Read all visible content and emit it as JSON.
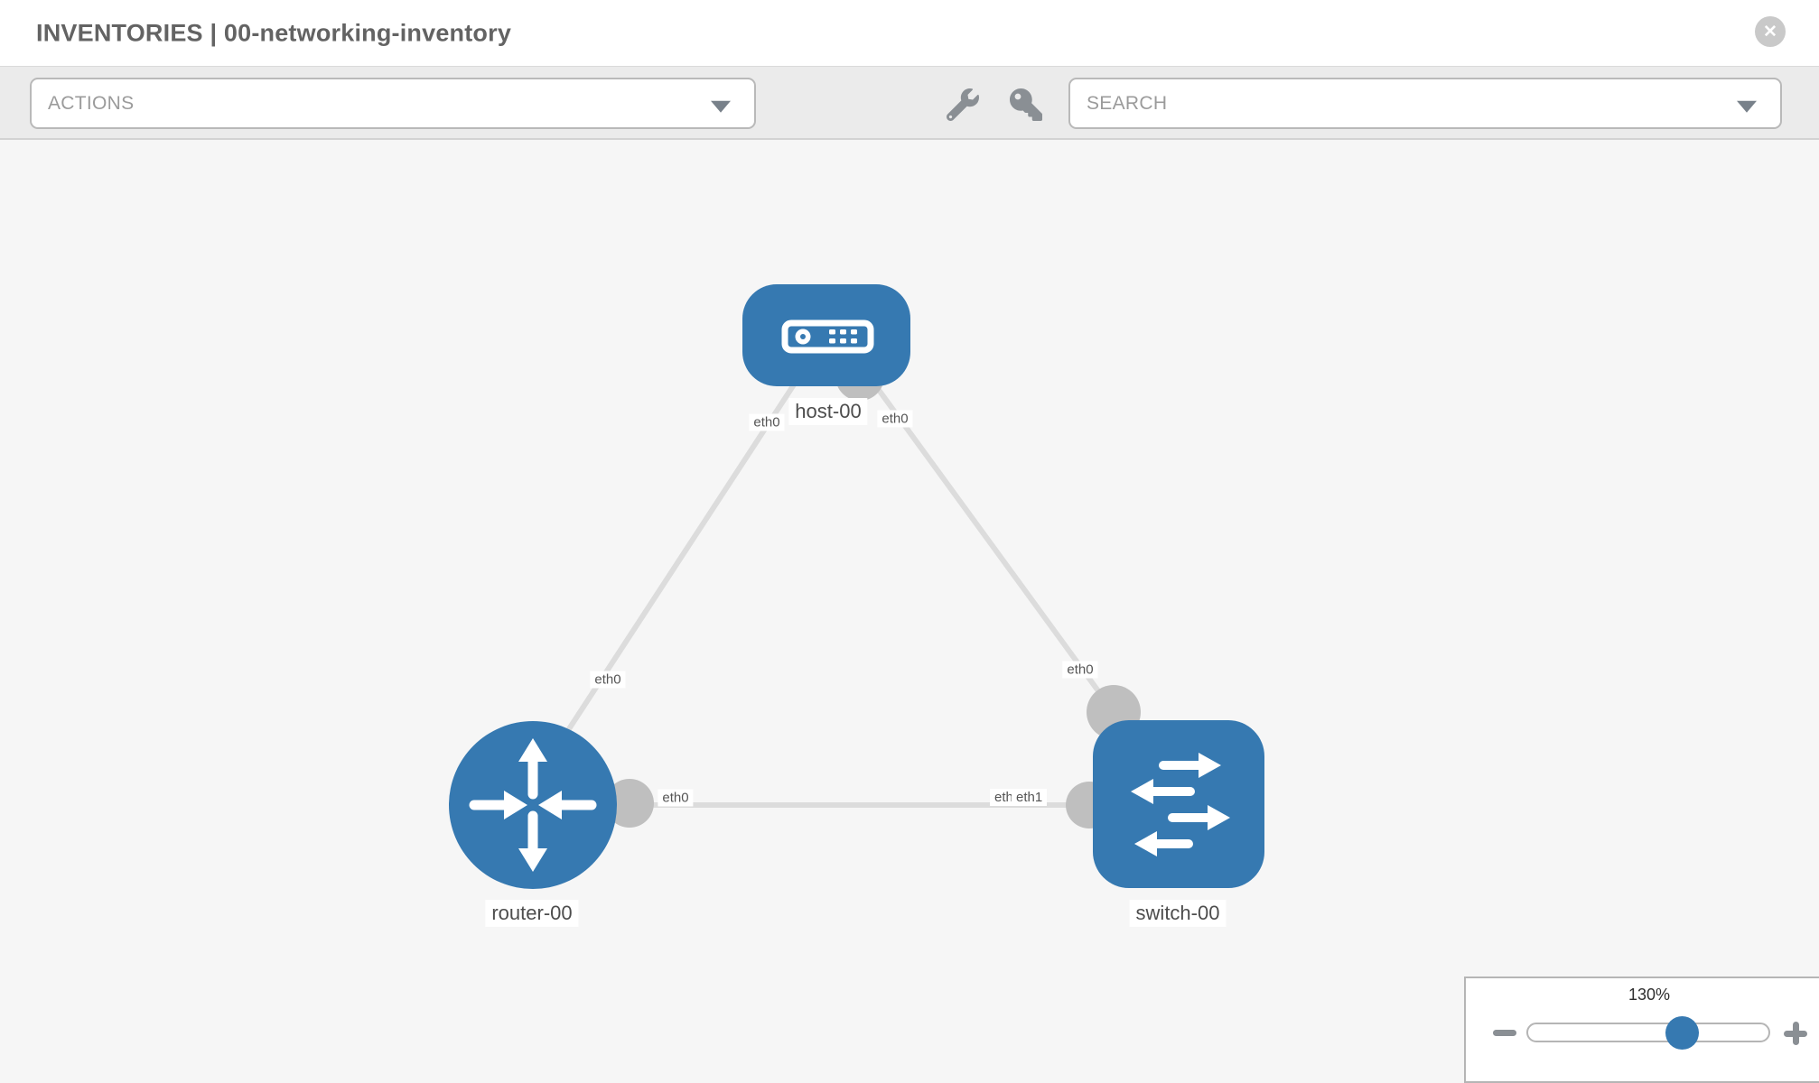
{
  "header": {
    "title": "INVENTORIES | 00-networking-inventory",
    "close_glyph": "✕"
  },
  "toolbar": {
    "actions": {
      "label": "ACTIONS"
    },
    "search": {
      "placeholder": "SEARCH"
    },
    "icons": {
      "wrench": "wrench-icon",
      "key": "key-icon"
    }
  },
  "topology": {
    "nodes": [
      {
        "id": "host-00",
        "type": "host",
        "label": "host-00"
      },
      {
        "id": "router-00",
        "type": "router",
        "label": "router-00"
      },
      {
        "id": "switch-00",
        "type": "switch",
        "label": "switch-00"
      }
    ],
    "edges": [
      {
        "from": "host-00",
        "from_interface": "eth0",
        "to": "router-00",
        "to_interface": "eth0"
      },
      {
        "from": "host-00",
        "from_interface": "eth0",
        "to": "switch-00",
        "to_interface": "eth0"
      },
      {
        "from": "router-00",
        "from_interface": "eth0",
        "to": "switch-00",
        "to_interface": "eth1",
        "to_interface_overlapped": "eth0"
      }
    ],
    "colors": {
      "node_blue": "#3679b1",
      "port_gray": "#bfbfbf",
      "edge_gray": "#dcdcdc"
    }
  },
  "zoom_control": {
    "value": "130%"
  }
}
